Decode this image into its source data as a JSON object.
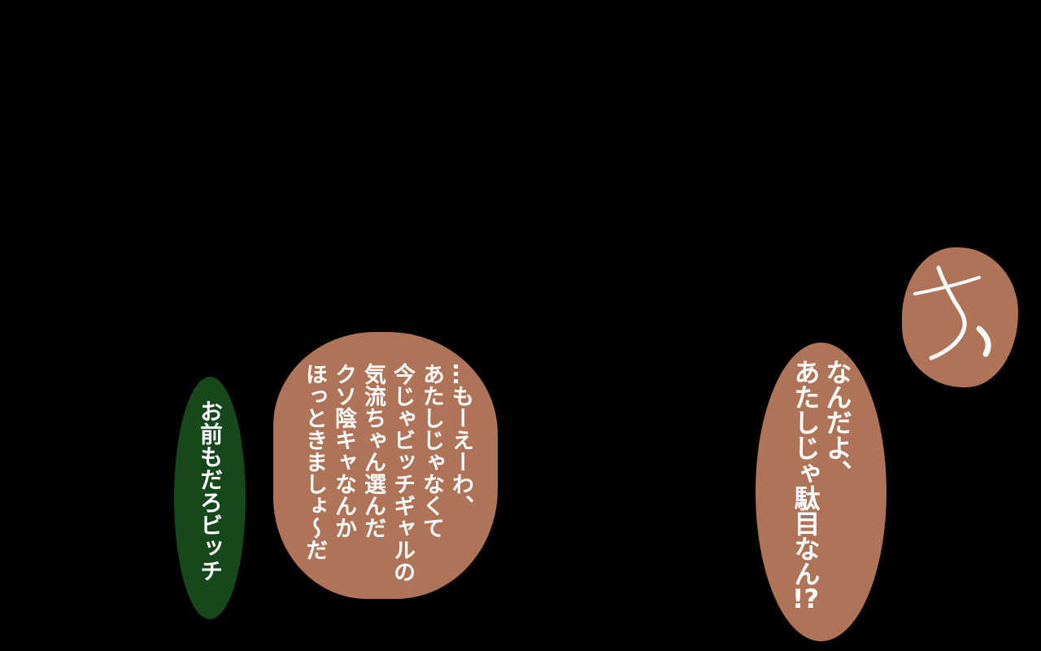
{
  "panel": {
    "background_color": "#000000",
    "bubble_brown_color": "#af7458",
    "bubble_green_color": "#16481c",
    "text_color": "#ffffff"
  },
  "bubbles": {
    "green_left": {
      "text": "お前もだろビッチ"
    },
    "brown_center": {
      "lines": [
        "…もーえーわ、",
        "あたしじゃなくて",
        "今じゃビッチギャルの",
        "気流ちゃん選んだ",
        "クソ陰キャなんか",
        "ほっときましょ～だ"
      ]
    },
    "brown_right": {
      "line1": "なんだよ、",
      "line2": "あたしじゃ駄目なん",
      "line2_tail": "!?"
    },
    "sfx_tsk": {
      "text": "ち、"
    }
  }
}
